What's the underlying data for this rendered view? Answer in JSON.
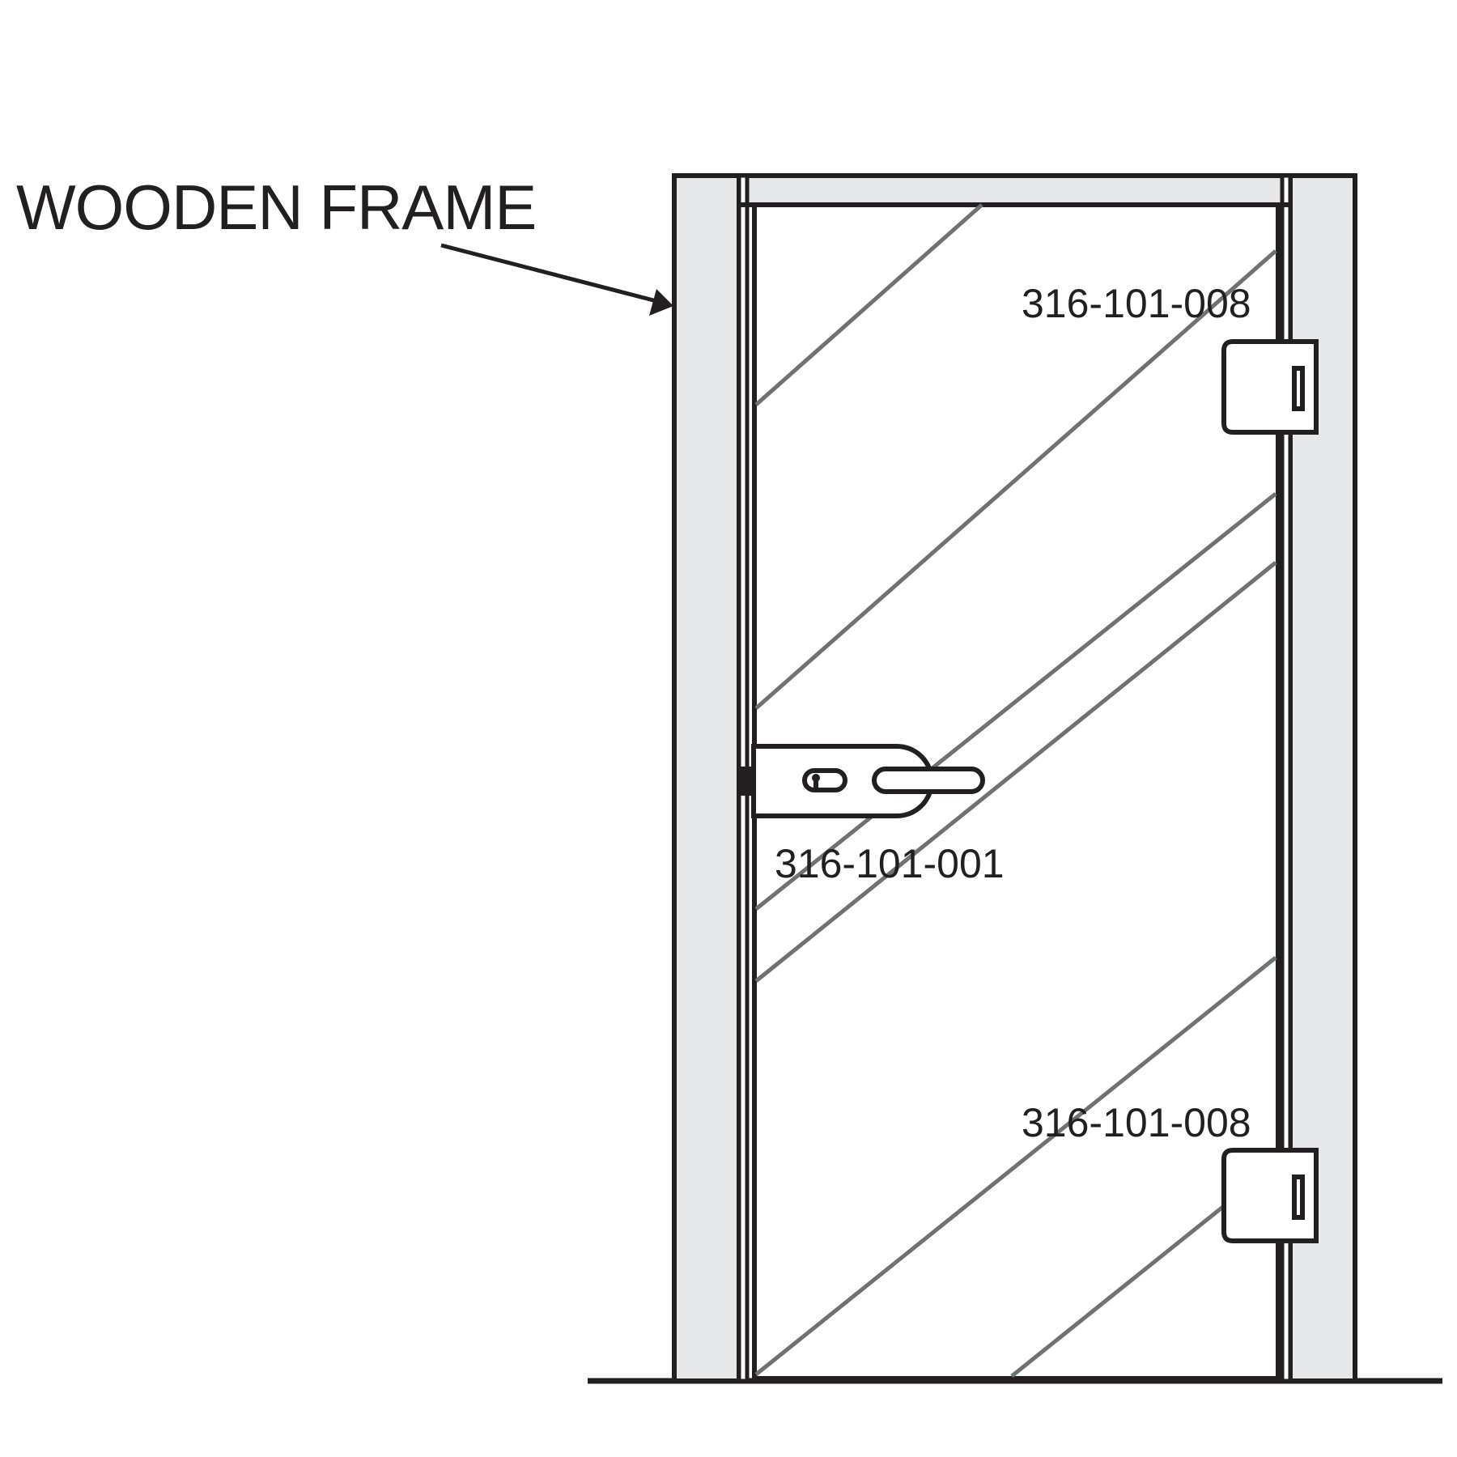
{
  "labels": {
    "frame": "WOODEN FRAME",
    "hinge_top": "316-101-008",
    "lock": "316-101-001",
    "hinge_bottom": "316-101-008"
  },
  "colors": {
    "line": "#231f20",
    "frame_fill": "#e6e7e9",
    "glass_pattern": "#707174",
    "background": "#ffffff"
  },
  "icons": {
    "arrow": "arrow-pointer-icon",
    "keyhole": "keyhole-icon"
  }
}
